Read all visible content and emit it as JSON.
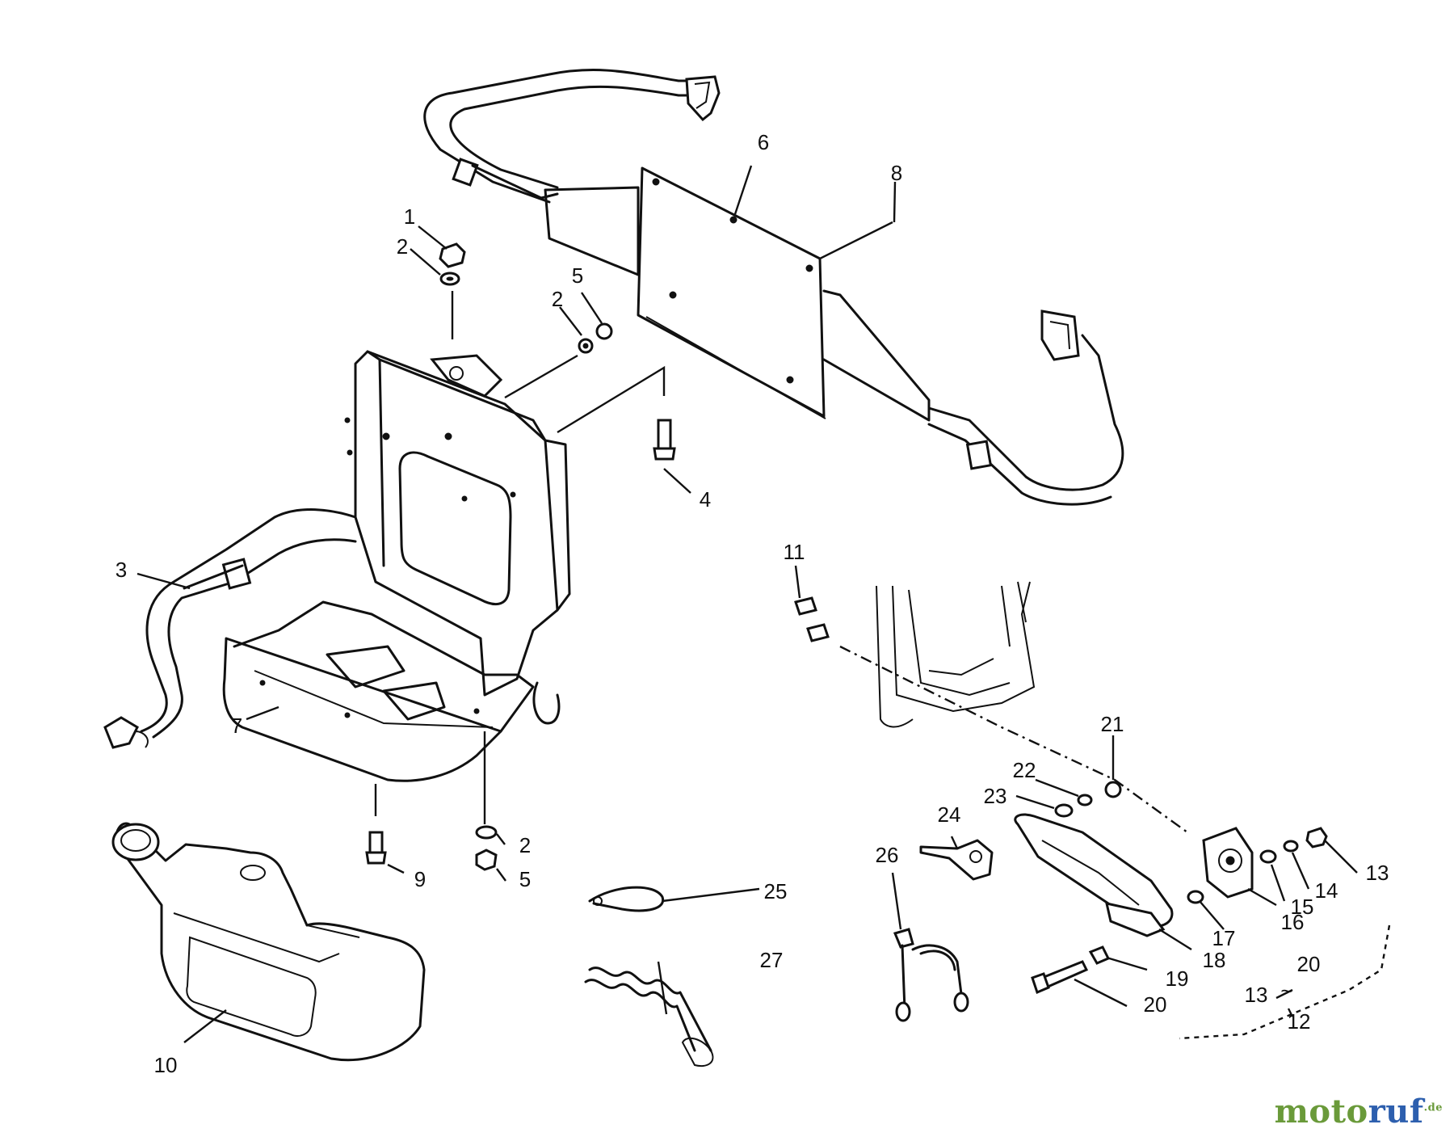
{
  "diagram": {
    "callouts": [
      {
        "id": "c1",
        "label": "1"
      },
      {
        "id": "c2a",
        "label": "2"
      },
      {
        "id": "c2b",
        "label": "2"
      },
      {
        "id": "c2c",
        "label": "2"
      },
      {
        "id": "c3",
        "label": "3"
      },
      {
        "id": "c4",
        "label": "4"
      },
      {
        "id": "c5a",
        "label": "5"
      },
      {
        "id": "c5b",
        "label": "5"
      },
      {
        "id": "c6",
        "label": "6"
      },
      {
        "id": "c7",
        "label": "7"
      },
      {
        "id": "c8",
        "label": "8"
      },
      {
        "id": "c9",
        "label": "9"
      },
      {
        "id": "c10",
        "label": "10"
      },
      {
        "id": "c11",
        "label": "11"
      },
      {
        "id": "c12",
        "label": "12"
      },
      {
        "id": "c13a",
        "label": "13"
      },
      {
        "id": "c13b",
        "label": "13"
      },
      {
        "id": "c14",
        "label": "14"
      },
      {
        "id": "c15",
        "label": "15"
      },
      {
        "id": "c16",
        "label": "16"
      },
      {
        "id": "c17",
        "label": "17"
      },
      {
        "id": "c18",
        "label": "18"
      },
      {
        "id": "c19",
        "label": "19"
      },
      {
        "id": "c20a",
        "label": "20"
      },
      {
        "id": "c20b",
        "label": "20"
      },
      {
        "id": "c21",
        "label": "21"
      },
      {
        "id": "c22",
        "label": "22"
      },
      {
        "id": "c23",
        "label": "23"
      },
      {
        "id": "c24",
        "label": "24"
      },
      {
        "id": "c25",
        "label": "25"
      },
      {
        "id": "c26",
        "label": "26"
      },
      {
        "id": "c27",
        "label": "27"
      }
    ],
    "kit_separator": "~"
  },
  "watermark": {
    "part1": "moto",
    "part2": "ruf",
    "suffix": ".de"
  },
  "colors": {
    "ink": "#111111",
    "background": "#ffffff",
    "watermark_green": "#6a9a3a",
    "watermark_blue": "#2d5fae"
  }
}
